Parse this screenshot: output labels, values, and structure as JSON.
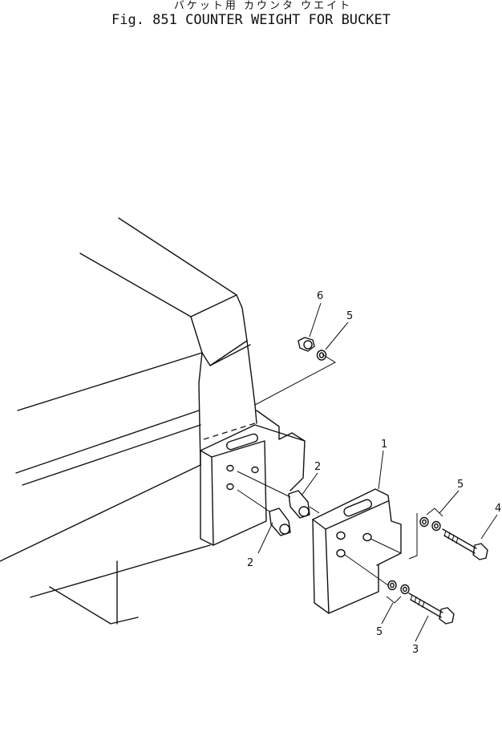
{
  "header": {
    "title_jp": "バケット用 カウンタ ウエイト",
    "title_en": "Fig. 851  COUNTER WEIGHT FOR BUCKET"
  },
  "callouts": {
    "c1": "1",
    "c2a": "2",
    "c2b": "2",
    "c3": "3",
    "c4": "4",
    "c5a": "5",
    "c5b": "5",
    "c5c": "5",
    "c6": "6"
  }
}
